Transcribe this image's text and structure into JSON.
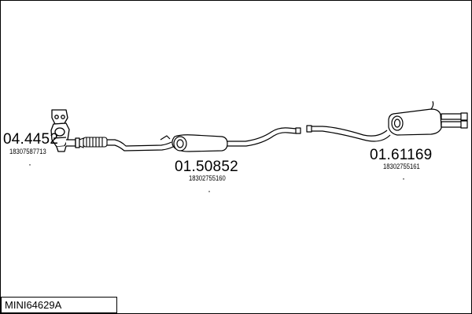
{
  "diagram": {
    "title": "MINI64629A",
    "parts": [
      {
        "code": "04.4452",
        "oem": "18307587713"
      },
      {
        "code": "01.50852",
        "oem": "18302755160"
      },
      {
        "code": "01.61169",
        "oem": "18302755161"
      }
    ]
  }
}
